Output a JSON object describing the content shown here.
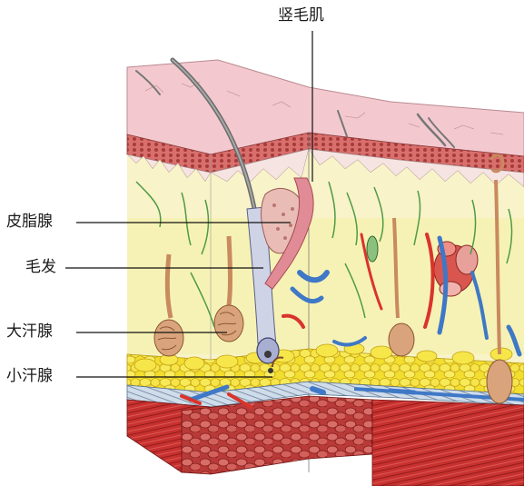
{
  "labels": {
    "arrector_pili": "竖毛肌",
    "sebaceous_gland": "皮脂腺",
    "hair": "毛发",
    "apocrine_gland": "大汗腺",
    "eccrine_gland": "小汗腺"
  },
  "colors": {
    "epidermis": "#f3c9cf",
    "dermis_top": "#e9a8a8",
    "dermis": "#f8f3c8",
    "fat": "#f2de2e",
    "fascia": "#d9e6f2",
    "muscle": "#c8312f",
    "vein": "#3f78c6",
    "artery": "#d9342b",
    "nerve": "#4f9a46",
    "gland": "#c98a5e",
    "hair": "#6b6b6b",
    "leader": "#111111"
  }
}
